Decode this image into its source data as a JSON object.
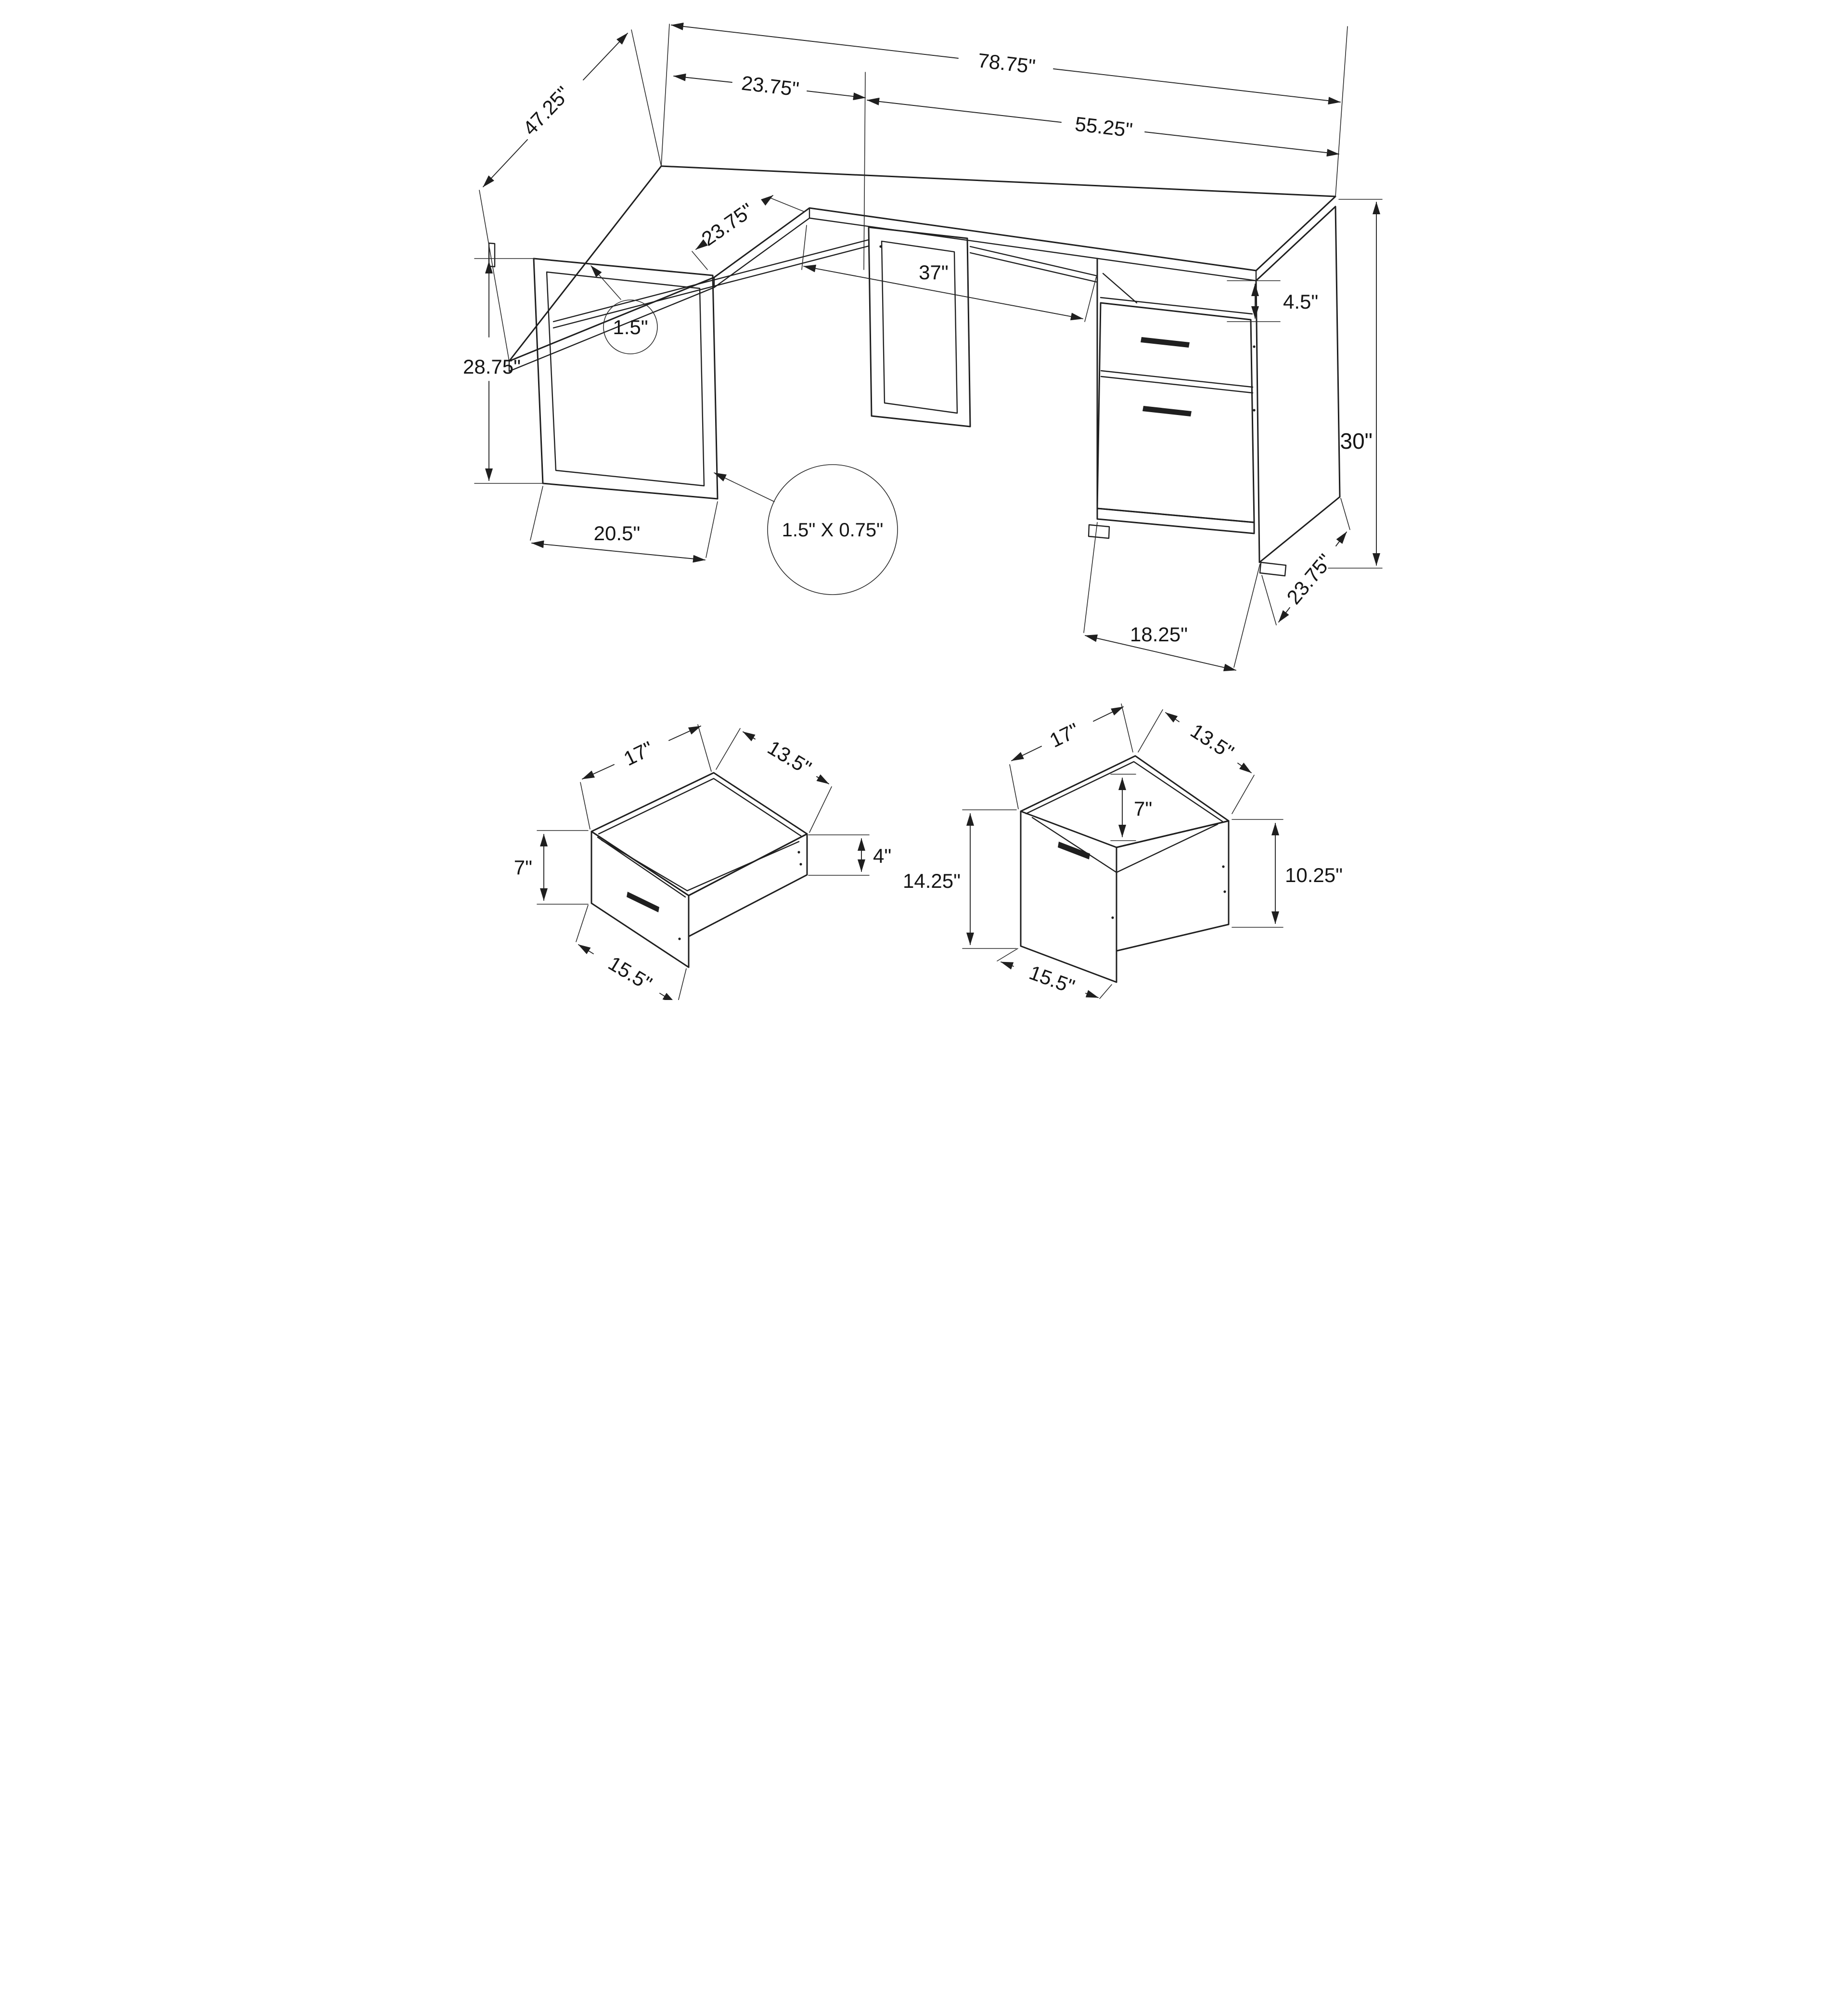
{
  "colors": {
    "ink": "#1f1f1f",
    "background": "#ffffff"
  },
  "desk": {
    "overall_width": "78.75\"",
    "return_top_width": "23.75\"",
    "main_top_width": "55.25\"",
    "return_length": "47.25\"",
    "return_depth": "23.75\"",
    "knee_space": "37\"",
    "shelf_opening": "4.5\"",
    "overall_height": "30\"",
    "top_thickness": "1.5\"",
    "frame_height": "28.75\"",
    "tube_size": "1.5\" X 0.75\"",
    "frame_width": "20.5\"",
    "pedestal_width": "18.25\"",
    "side_depth": "23.75\""
  },
  "small_drawer": {
    "depth": "17\"",
    "inner_width": "13.5\"",
    "front_height": "7\"",
    "side_height": "4\"",
    "front_width": "15.5\""
  },
  "file_drawer": {
    "depth": "17\"",
    "inner_width": "13.5\"",
    "inner_height": "7\"",
    "front_height": "14.25\"",
    "side_height": "10.25\"",
    "front_width": "15.5\""
  }
}
